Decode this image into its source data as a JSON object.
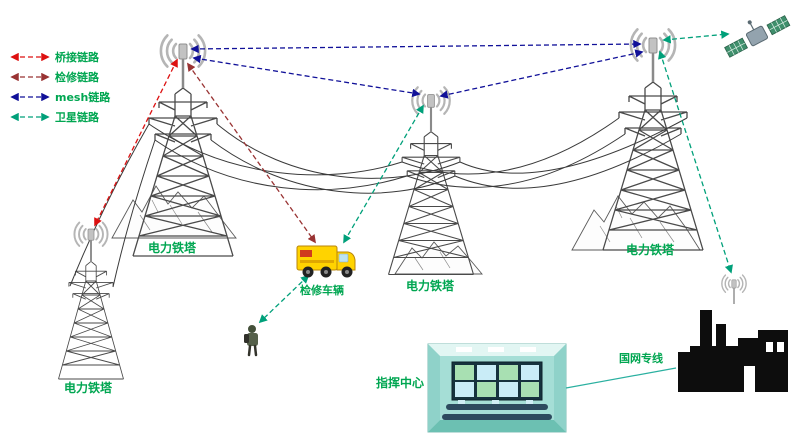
{
  "legend": {
    "items": [
      {
        "id": "bridge",
        "label": "桥接链路",
        "color": "#dd1111"
      },
      {
        "id": "maintenance",
        "label": "检修链路",
        "color": "#993333"
      },
      {
        "id": "mesh",
        "label": "mesh链路",
        "color": "#111199"
      },
      {
        "id": "satellite",
        "label": "卫星链路",
        "color": "#00a07a"
      }
    ]
  },
  "labels": {
    "tower_left": "电力铁塔",
    "tower_middle": "电力铁塔",
    "tower_right": "电力铁塔",
    "tower_small": "电力铁塔",
    "truck": "检修车辆",
    "command_center": "指挥中心",
    "grid_line": "国网专线"
  },
  "colors": {
    "label_green": "#00a651",
    "bridge": "#dd1111",
    "maintenance": "#993333",
    "mesh": "#111199",
    "satellite": "#00a07a",
    "wired": "#2ab0a0"
  },
  "links": [
    {
      "type": "mesh",
      "from": "tower-left-antenna",
      "to": "tower-right-antenna"
    },
    {
      "type": "mesh",
      "from": "tower-left-antenna",
      "to": "tower-middle-antenna"
    },
    {
      "type": "mesh",
      "from": "tower-middle-antenna",
      "to": "tower-right-antenna"
    },
    {
      "type": "bridge",
      "from": "tower-left-antenna",
      "to": "tower-small-antenna"
    },
    {
      "type": "maintenance",
      "from": "tower-left-antenna",
      "to": "maintenance-truck"
    },
    {
      "type": "satellite",
      "from": "tower-right-antenna",
      "to": "satellite"
    },
    {
      "type": "satellite",
      "from": "tower-right-antenna",
      "to": "factory-antenna"
    },
    {
      "type": "satellite",
      "from": "tower-middle-antenna",
      "to": "maintenance-truck"
    },
    {
      "type": "satellite",
      "from": "maintenance-truck",
      "to": "field-worker"
    },
    {
      "type": "wired",
      "from": "command-center",
      "to": "factory"
    }
  ]
}
